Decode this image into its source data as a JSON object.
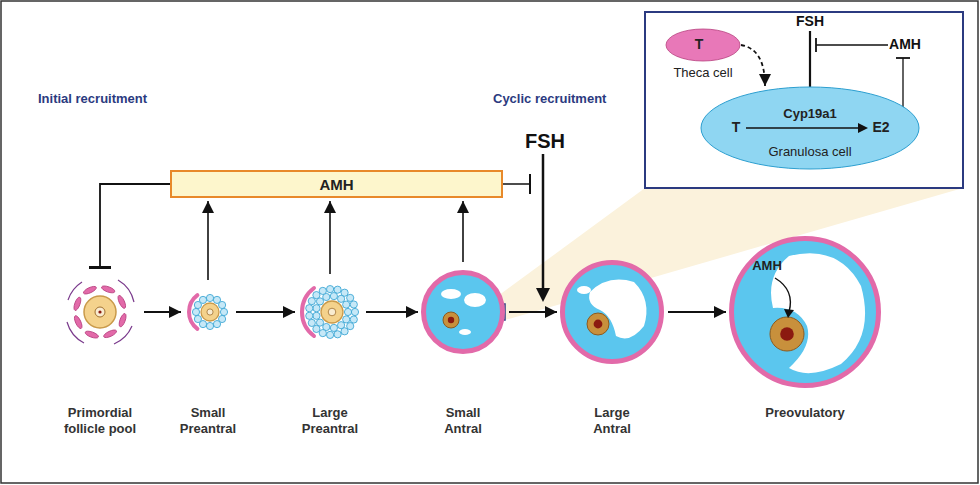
{
  "diagram": {
    "nodes": [
      {
        "text": [
          "AMH"
        ]
      },
      {
        "text": [
          "Primordial follicle pool"
        ]
      },
      {
        "text": [
          "Small Preantral"
        ]
      },
      {
        "text": [
          "Large Preantral"
        ]
      },
      {
        "text": [
          "Small Antral"
        ]
      },
      {
        "text": [
          "Large Antral"
        ]
      },
      {
        "text": [
          "AMH",
          "Preovulatory"
        ]
      },
      {
        "text": [
          "T",
          "Theca cell"
        ]
      },
      {
        "text": [
          "T",
          "Cyp19a1",
          "E2",
          "Granulosa cell"
        ]
      }
    ],
    "edges": [
      {
        "from": 1,
        "to": 2,
        "arrow": "to"
      },
      {
        "from": 2,
        "to": 3,
        "arrow": "to"
      },
      {
        "from": 3,
        "to": 4,
        "arrow": "to"
      },
      {
        "from": 4,
        "to": 5,
        "arrow": "to"
      },
      {
        "from": 5,
        "to": 6,
        "arrow": "to"
      },
      {
        "from": 2,
        "to": 0,
        "arrow": "to"
      },
      {
        "from": 3,
        "to": 0,
        "arrow": "to"
      },
      {
        "from": 4,
        "to": 0,
        "arrow": "to"
      },
      {
        "from": 0,
        "to": 1,
        "arrow": "to"
      },
      {
        "from": 7,
        "to": 8,
        "arrow": "to"
      }
    ],
    "labels": [
      "Initial recruitment",
      "Cyclic recruitment",
      "FSH",
      "FSH",
      "AMH"
    ]
  }
}
